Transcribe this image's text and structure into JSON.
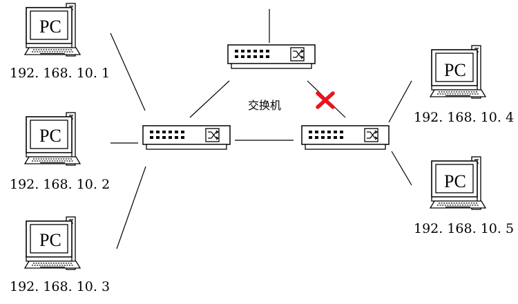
{
  "diagram": {
    "switch_label": "交换机",
    "pc_label": "PC",
    "pcs": [
      {
        "id": "pc-1",
        "ip": "192. 168. 10. 1"
      },
      {
        "id": "pc-2",
        "ip": "192. 168. 10. 2"
      },
      {
        "id": "pc-3",
        "ip": "192. 168. 10. 3"
      },
      {
        "id": "pc-4",
        "ip": "192. 168. 10. 4"
      },
      {
        "id": "pc-5",
        "ip": "192. 168. 10. 5"
      }
    ],
    "switches": [
      {
        "id": "switch-top"
      },
      {
        "id": "switch-left"
      },
      {
        "id": "switch-right"
      }
    ],
    "broken_link": {
      "from": "switch-top",
      "to": "switch-right",
      "marker": "red-x-icon",
      "color": "#e8141c"
    }
  }
}
